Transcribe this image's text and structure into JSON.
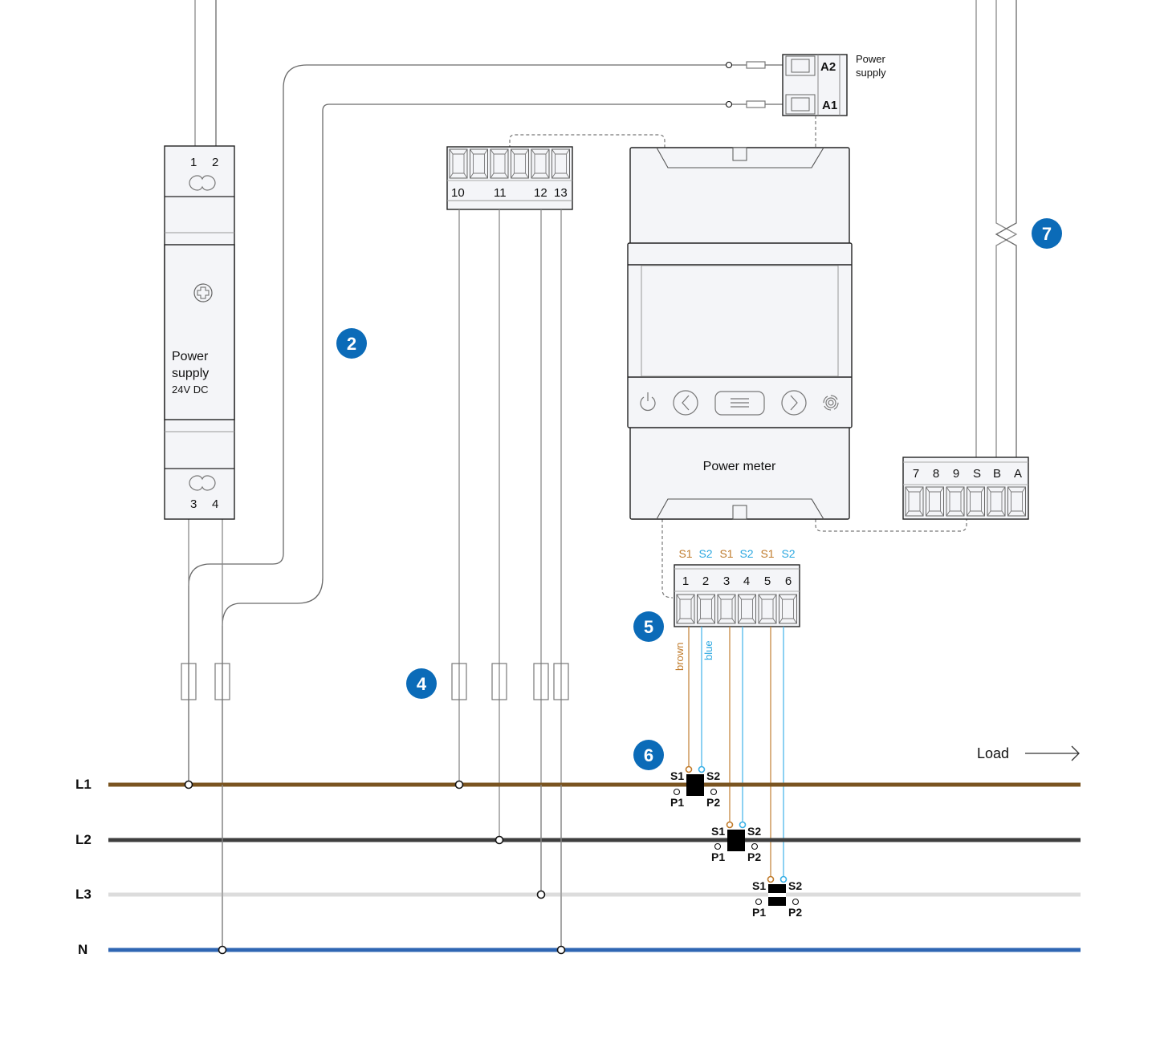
{
  "colors": {
    "L1": "#7a5420",
    "L2": "#3e3e3e",
    "L3": "#dcdcdc",
    "N": "#2f66b3",
    "brown_wire": "#c58842",
    "blue_wire": "#4fb8ea",
    "badge": "#0b6bb8",
    "s1_label": "#c07a2a",
    "s2_label": "#2aa7e0"
  },
  "power_supply": {
    "title_line1": "Power",
    "title_line2": "supply",
    "rating": "24V DC",
    "terminals_top": [
      "1",
      "2"
    ],
    "terminals_bottom": [
      "3",
      "4"
    ]
  },
  "relay_block": {
    "terminals": [
      "A2",
      "A1"
    ],
    "label_line1": "Power",
    "label_line2": "supply"
  },
  "voltage_terminal_block": {
    "terminals": [
      "10",
      "11",
      "12",
      "13"
    ]
  },
  "power_meter": {
    "label": "Power meter",
    "buttons": [
      "power-icon",
      "chevron-left-icon",
      "menu-icon",
      "chevron-right-icon",
      "signal-icon"
    ]
  },
  "rs485_terminal_block": {
    "terminals": [
      "7",
      "8",
      "9",
      "S",
      "B",
      "A"
    ]
  },
  "ct_terminal_block": {
    "signal_labels": [
      "S1",
      "S2",
      "S1",
      "S2",
      "S1",
      "S2"
    ],
    "terminals": [
      "1",
      "2",
      "3",
      "4",
      "5",
      "6"
    ],
    "wire_labels": [
      "brown",
      "blue"
    ]
  },
  "current_transformers": [
    {
      "phase": "L1",
      "s1": "S1",
      "s2": "S2",
      "p1": "P1",
      "p2": "P2"
    },
    {
      "phase": "L2",
      "s1": "S1",
      "s2": "S2",
      "p1": "P1",
      "p2": "P2"
    },
    {
      "phase": "L3",
      "s1": "S1",
      "s2": "S2",
      "p1": "P1",
      "p2": "P2"
    }
  ],
  "bus_lines": [
    "L1",
    "L2",
    "L3",
    "N"
  ],
  "load_label": "Load",
  "badges": [
    "2",
    "4",
    "5",
    "6",
    "7"
  ]
}
